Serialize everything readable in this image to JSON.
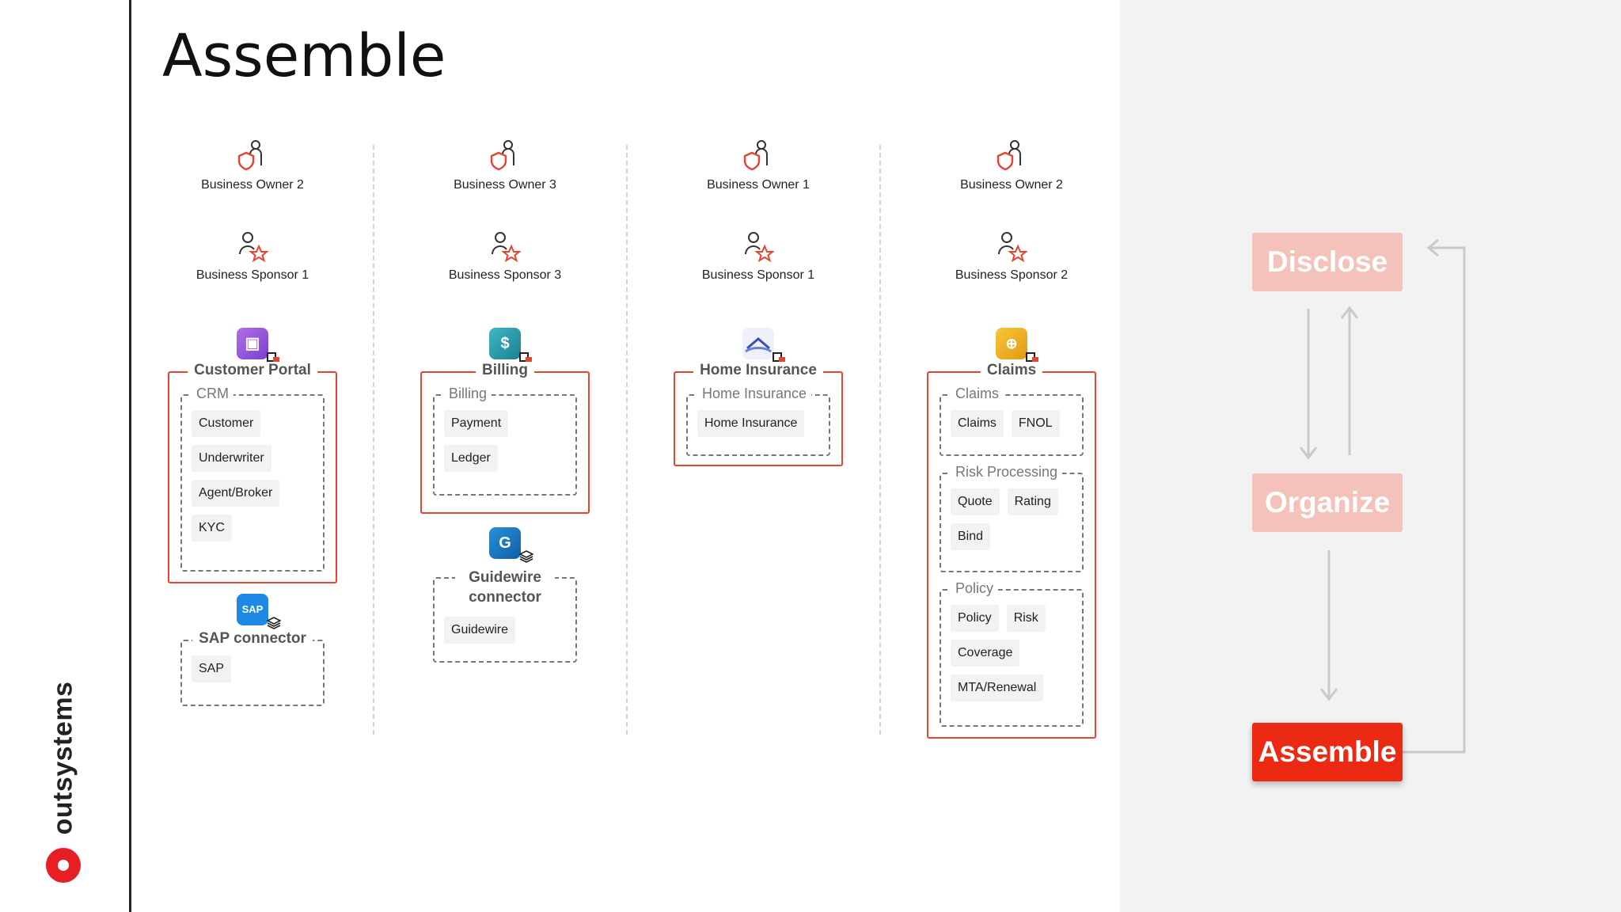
{
  "title": "Assemble",
  "brand": "outsystems",
  "colors": {
    "accent": "#e8432e",
    "active_phase": "#ec2a13",
    "faded_phase": "#f4c2bb",
    "panel": "#f2f2f2"
  },
  "columns": [
    {
      "owner": "Business Owner 2",
      "sponsor": "Business Sponsor 1",
      "app": {
        "name": "Customer Portal",
        "icon": "portal-icon",
        "modules": [
          {
            "name": "CRM",
            "chips": [
              "Customer",
              "Underwriter",
              "Agent/Broker",
              "KYC"
            ]
          }
        ]
      },
      "connector": {
        "name": "SAP connector",
        "icon": "sap-icon",
        "chips": [
          "SAP"
        ]
      }
    },
    {
      "owner": "Business Owner 3",
      "sponsor": "Business Sponsor 3",
      "app": {
        "name": "Billing",
        "icon": "billing-icon",
        "modules": [
          {
            "name": "Billing",
            "chips": [
              "Payment",
              "Ledger"
            ]
          }
        ]
      },
      "connector": {
        "name": "Guidewire connector",
        "icon": "guidewire-icon",
        "chips": [
          "Guidewire"
        ]
      }
    },
    {
      "owner": "Business Owner 1",
      "sponsor": "Business Sponsor 1",
      "app": {
        "name": "Home Insurance",
        "icon": "home-insurance-icon",
        "modules": [
          {
            "name": "Home Insurance",
            "chips": [
              "Home Insurance"
            ]
          }
        ]
      }
    },
    {
      "owner": "Business Owner 2",
      "sponsor": "Business Sponsor 2",
      "app": {
        "name": "Claims",
        "icon": "claims-icon",
        "modules": [
          {
            "name": "Claims",
            "chips": [
              "Claims",
              "FNOL"
            ]
          },
          {
            "name": "Risk Processing",
            "chips": [
              "Quote",
              "Rating",
              "Bind"
            ]
          },
          {
            "name": "Policy",
            "chips": [
              "Policy",
              "Risk",
              "Coverage",
              "MTA/Renewal"
            ]
          }
        ]
      }
    }
  ],
  "phases": [
    "Disclose",
    "Organize",
    "Assemble"
  ],
  "active_phase": "Assemble"
}
